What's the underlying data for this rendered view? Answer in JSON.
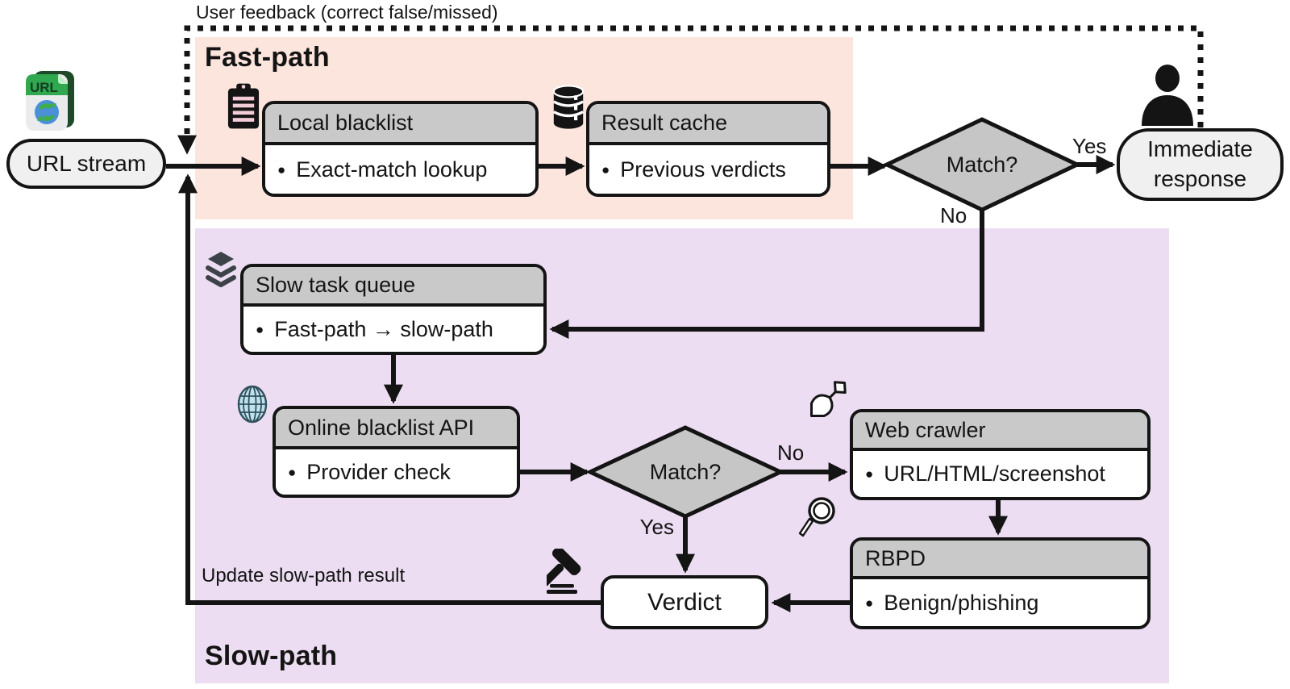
{
  "labels": {
    "user_feedback": "User feedback (correct false/missed)",
    "fast_path_region": "Fast-path",
    "slow_path_region": "Slow-path",
    "update_slow_path": "Update slow-path result",
    "yes_fast": "Yes",
    "no_fast": "No",
    "no_slow": "No",
    "yes_slow": "Yes"
  },
  "nodes": {
    "url_stream": {
      "label": "URL stream"
    },
    "local_blacklist": {
      "title": "Local blacklist",
      "item": "Exact-match lookup"
    },
    "result_cache": {
      "title": "Result cache",
      "item": "Previous verdicts"
    },
    "match_fast": {
      "label": "Match?"
    },
    "immediate_response": {
      "line1": "Immediate",
      "line2": "response"
    },
    "slow_task_queue": {
      "title": "Slow task queue",
      "item": "Fast-path → slow-path"
    },
    "online_blacklist_api": {
      "title": "Online blacklist API",
      "item": "Provider check"
    },
    "match_slow": {
      "label": "Match?"
    },
    "web_crawler": {
      "title": "Web crawler",
      "item": "URL/HTML/screenshot"
    },
    "rbpd": {
      "title": "RBPD",
      "item": "Benign/phishing"
    },
    "verdict": {
      "label": "Verdict"
    }
  },
  "icons": {
    "url_file": "url-file-icon",
    "url_file_text": "URL",
    "clipboard": "clipboard-icon",
    "database": "database-icon",
    "person": "person-icon",
    "layers": "layers-icon",
    "globe": "globe-icon",
    "shovel": "shovel-icon",
    "magnifier": "magnifier-icon",
    "gavel": "gavel-icon"
  },
  "colors": {
    "fast_region_bg": "#fce5dd",
    "slow_region_bg": "#ecddf2",
    "node_header_gray": "#c9c9c9",
    "diamond_gray": "#c6c6c6",
    "stadium_gray": "#f0f0f0",
    "line_black": "#141414"
  },
  "ui": {
    "bullet": "●"
  }
}
